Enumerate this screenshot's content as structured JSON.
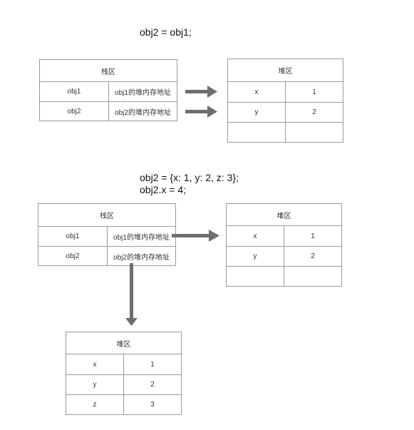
{
  "section1": {
    "code": "obj2 = obj1;",
    "stack": {
      "title": "栈区",
      "rows": [
        {
          "name": "obj1",
          "value": "obj1的堆内存地址"
        },
        {
          "name": "obj2",
          "value": "obj2的堆内存地址"
        }
      ]
    },
    "heap": {
      "title": "堆区",
      "rows": [
        {
          "key": "x",
          "value": "1"
        },
        {
          "key": "y",
          "value": "2"
        },
        {
          "key": "",
          "value": ""
        }
      ]
    }
  },
  "section2": {
    "code_line1": "obj2 = {x: 1, y: 2, z: 3};",
    "code_line2": "obj2.x = 4;",
    "stack": {
      "title": "栈区",
      "rows": [
        {
          "name": "obj1",
          "value": "obj1的堆内存地址"
        },
        {
          "name": "obj2",
          "value": "obj2的堆内存地址"
        }
      ]
    },
    "heap1": {
      "title": "堆区",
      "rows": [
        {
          "key": "x",
          "value": "1"
        },
        {
          "key": "y",
          "value": "2"
        },
        {
          "key": "",
          "value": ""
        }
      ]
    },
    "heap2": {
      "title": "堆区",
      "rows": [
        {
          "key": "x",
          "value": "1"
        },
        {
          "key": "y",
          "value": "2"
        },
        {
          "key": "z",
          "value": "3"
        }
      ]
    }
  },
  "colors": {
    "arrow": "#6e6e6e",
    "border": "#9a9a9a"
  }
}
